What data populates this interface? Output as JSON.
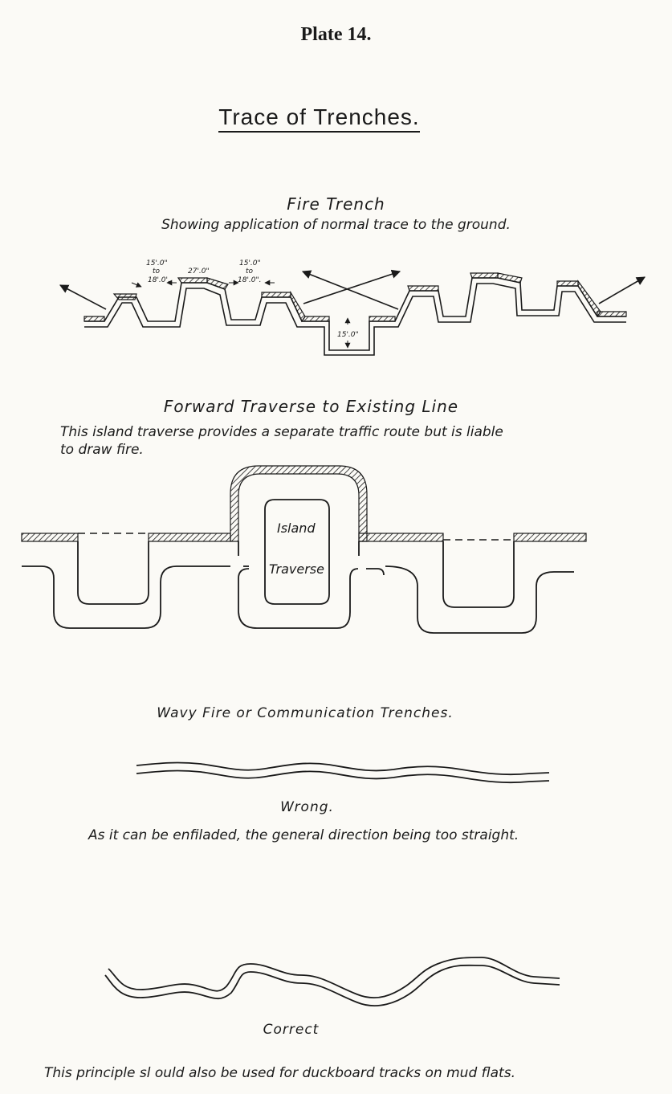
{
  "plate": "Plate 14.",
  "title": "Trace of Trenches.",
  "fire_trench": {
    "title": "Fire Trench",
    "subtitle": "Showing application of normal trace to the ground.",
    "dims": {
      "d1a": "15'.0\"",
      "d1b": "to",
      "d1c": "18'.0'.",
      "d2": "27'.0\"",
      "d3a": "15'.0\"",
      "d3b": "to",
      "d3c": "18'.0\".",
      "d4": "15'.0\""
    }
  },
  "forward_traverse": {
    "title": "Forward Traverse to Existing Line",
    "desc_line1": "This island traverse provides a separate traffic route but is liable",
    "desc_line2": "to draw fire.",
    "island_label": "Island",
    "traverse_label": "Traverse"
  },
  "wavy": {
    "title": "Wavy Fire or Communication Trenches.",
    "wrong_label": "Wrong.",
    "wrong_desc": "As it can be enfiladed, the general direction being too straight.",
    "correct_label": "Correct",
    "correct_desc": "This principle sl ould also be used for duckboard tracks on mud flats."
  }
}
